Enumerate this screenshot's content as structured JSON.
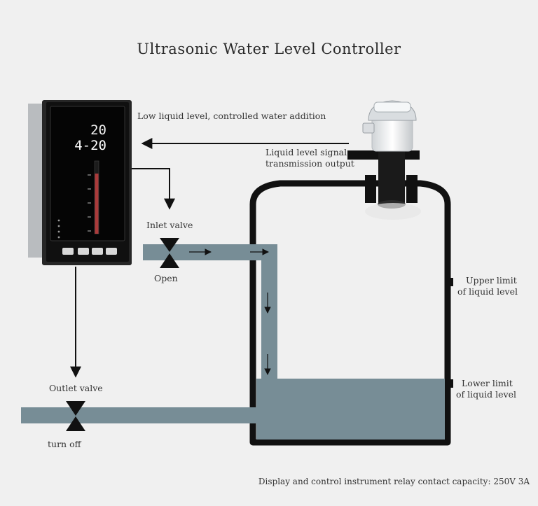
{
  "title": "Ultrasonic Water Level Controller",
  "labels": {
    "low_level": "Low liquid level, controlled water addition",
    "signal_line1": "Liquid level signal",
    "signal_line2": "transmission output",
    "inlet_valve": "Inlet valve",
    "open": "Open",
    "upper_line1": "Upper limit",
    "upper_line2": "of liquid level",
    "lower_line1": "Lower limit",
    "lower_line2": "of liquid level",
    "outlet_valve": "Outlet valve",
    "turn_off": "turn off"
  },
  "footer": "Display and control instrument relay contact capacity: 250V 3A",
  "controller": {
    "display_top": "20",
    "display_main": "4-20"
  },
  "colors": {
    "water": "#778d96",
    "tank_wall": "#111111",
    "arrow": "#111111",
    "background": "#f0f0f0"
  }
}
